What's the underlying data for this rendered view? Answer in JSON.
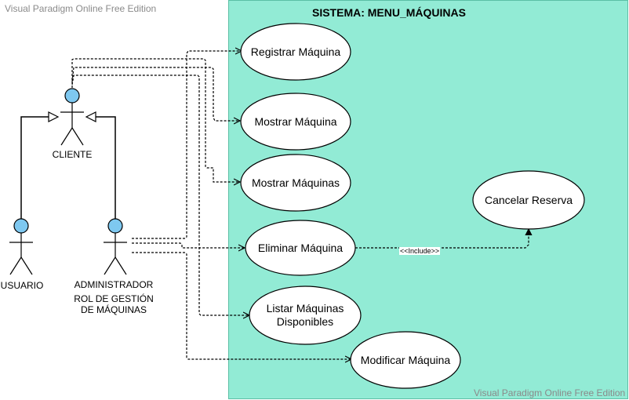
{
  "watermarks": {
    "top": "Visual Paradigm Online Free Edition",
    "bottom": "Visual Paradigm Online Free Edition"
  },
  "system": {
    "title": "SISTEMA: MENU_MÁQUINAS",
    "fill": "#92ebd5"
  },
  "actors": {
    "cliente": "CLIENTE",
    "usuario": "USUARIO",
    "administrador": "ADMINISTRADOR",
    "administrador_role": "ROL DE GESTIÓN\nDE MÁQUINAS"
  },
  "use_cases": {
    "registrar": "Registrar Máquina",
    "mostrar": "Mostrar Máquina",
    "mostrar_todas": "Mostrar Máquinas",
    "eliminar": "Eliminar Máquina",
    "listar": "Listar Máquinas\nDisponibles",
    "modificar": "Modificar Máquina",
    "cancelar": "Cancelar Reserva"
  },
  "relations": {
    "include": "<<Include>>"
  },
  "colors": {
    "actor_head": "#7ec8f0",
    "system_fill": "#92ebd5"
  }
}
